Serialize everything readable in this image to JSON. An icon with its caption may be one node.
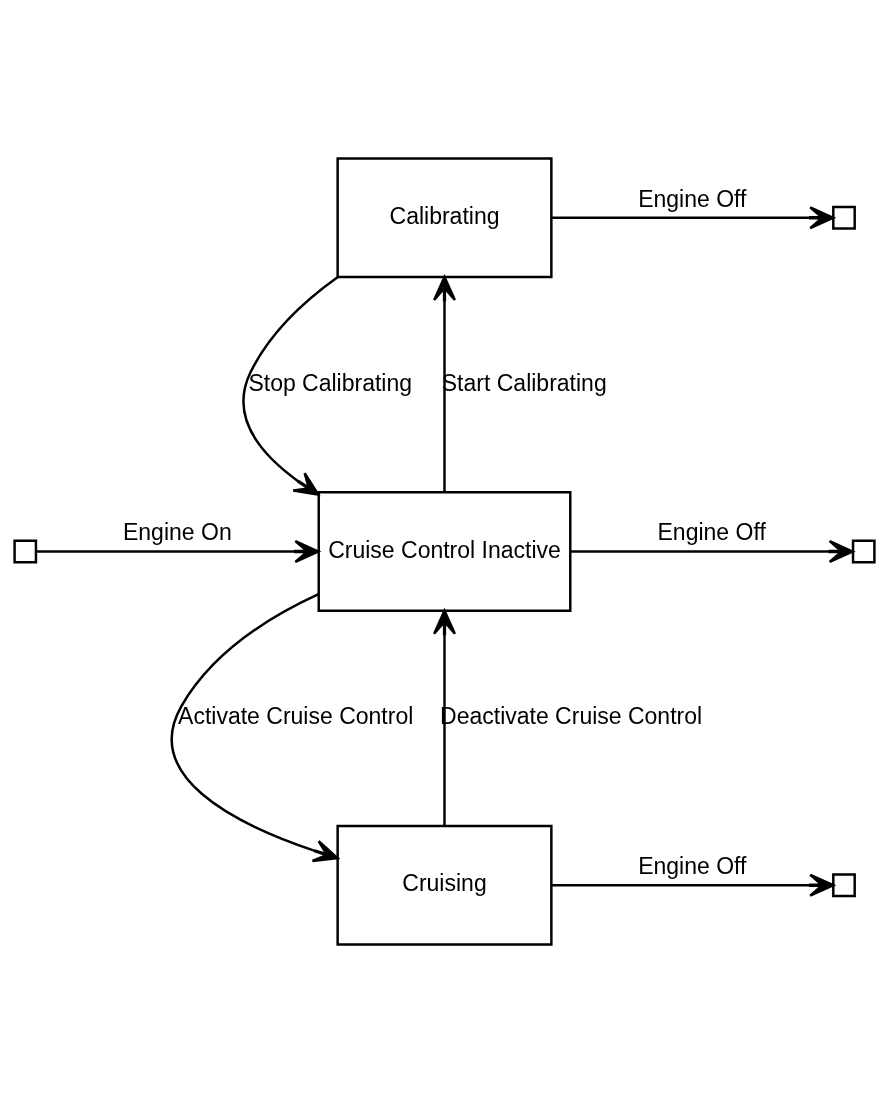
{
  "diagram": {
    "nodes": [
      {
        "text": [
          "Calibrating"
        ]
      },
      {
        "text": [],
        "shape": "box"
      },
      {
        "text": [],
        "shape": "box"
      },
      {
        "text": [
          "Cruise Control Inactive"
        ]
      },
      {
        "text": [],
        "shape": "box"
      },
      {
        "text": [
          "Cruising"
        ]
      },
      {
        "text": [],
        "shape": "box"
      }
    ],
    "edges": [
      {
        "from": 3,
        "to": 0,
        "arrow": "to",
        "label": "Start Calibrating"
      },
      {
        "from": 0,
        "to": 3,
        "arrow": "to",
        "label": "Stop Calibrating"
      },
      {
        "from": 2,
        "to": 3,
        "arrow": "to",
        "label": "Engine On"
      },
      {
        "from": 0,
        "to": 1,
        "arrow": "to",
        "label": "Engine Off"
      },
      {
        "from": 3,
        "to": 4,
        "arrow": "to",
        "label": "Engine Off"
      },
      {
        "from": 5,
        "to": 3,
        "arrow": "to",
        "label": "Deactivate Cruise Control"
      },
      {
        "from": 3,
        "to": 5,
        "arrow": "to",
        "label": "Activate Cruise Control"
      },
      {
        "from": 5,
        "to": 6,
        "arrow": "to",
        "label": "Engine Off"
      }
    ]
  }
}
